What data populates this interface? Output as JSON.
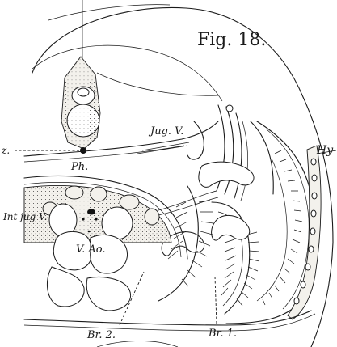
{
  "figure": {
    "title": "Fig. 18.",
    "labels": {
      "jug_v": "Jug. V.",
      "hy": "Hy",
      "z": "z.",
      "ph": "Ph.",
      "int_jug_v": "Int jug V.",
      "v_ao": "V. Ao.",
      "br2": "Br. 2.",
      "br1": "Br. 1."
    }
  }
}
